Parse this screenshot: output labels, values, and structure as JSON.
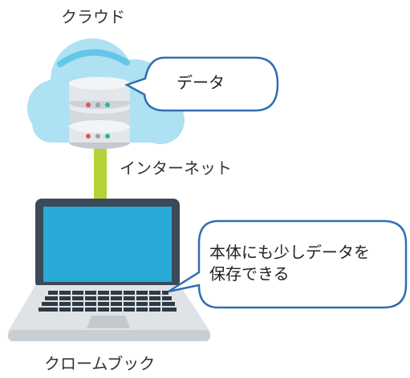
{
  "diagram": {
    "cloud_label": "クラウド",
    "data_bubble": "データ",
    "connection_label": "インターネット",
    "note_bubble_lines": [
      "本体にも少しデータを",
      "保存できる"
    ],
    "device_label": "クロームブック"
  },
  "colors": {
    "cloud": "#aee1f2",
    "cloud_highlight": "#64c6e9",
    "cable": "#b5d334",
    "screen": "#29a9d8",
    "laptop_frame": "#3c4a57",
    "laptop_base": "#dfe3e6",
    "keys": "#2f3a44",
    "bubble_border": "#2f6fb1",
    "server": "#e3e6ea"
  }
}
